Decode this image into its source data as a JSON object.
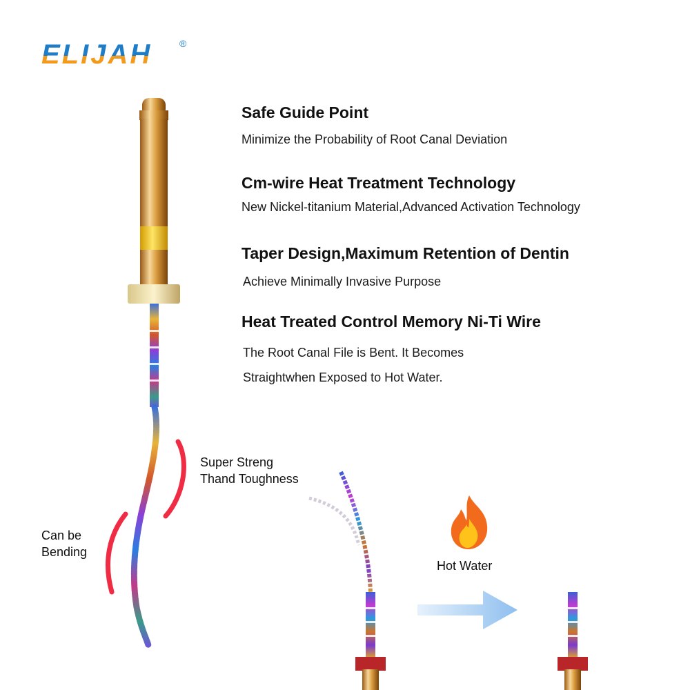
{
  "brand": {
    "name": "ELIJAH",
    "registered_mark": "®",
    "colors": {
      "blue": "#1f7dc8",
      "orange": "#f39a1c"
    }
  },
  "features": [
    {
      "title": "Safe Guide Point",
      "desc_lines": [
        "Minimize the Probability of Root Canal Deviation"
      ]
    },
    {
      "title": "Cm-wire Heat Treatment Technology",
      "desc_lines": [
        "New Nickel-titanium Material,Advanced Activation Technology"
      ]
    },
    {
      "title": "Taper Design,Maximum Retention of Dentin",
      "desc_lines": [
        "Achieve Minimally Invasive Purpose"
      ]
    },
    {
      "title": "Heat Treated Control Memory Ni-Ti Wire",
      "desc_lines": [
        "The Root Canal File is Bent. It Becomes",
        "Straightwhen Exposed to Hot Water."
      ]
    }
  ],
  "callouts": {
    "strength": [
      "Super Streng",
      "Thand Toughness"
    ],
    "bending": [
      "Can be",
      "Bending"
    ],
    "hot_water": "Hot Water"
  },
  "icons": {
    "flame": "flame-icon",
    "arrow": "arrow-right-icon"
  },
  "colors": {
    "gold": "#c98a2a",
    "gold_light": "#f4d28c",
    "yellow_band": "#f2c200",
    "red_arc": "#e8112d",
    "arrow_blue": "#a9cdf4",
    "flame_orange": "#f26b1d"
  }
}
